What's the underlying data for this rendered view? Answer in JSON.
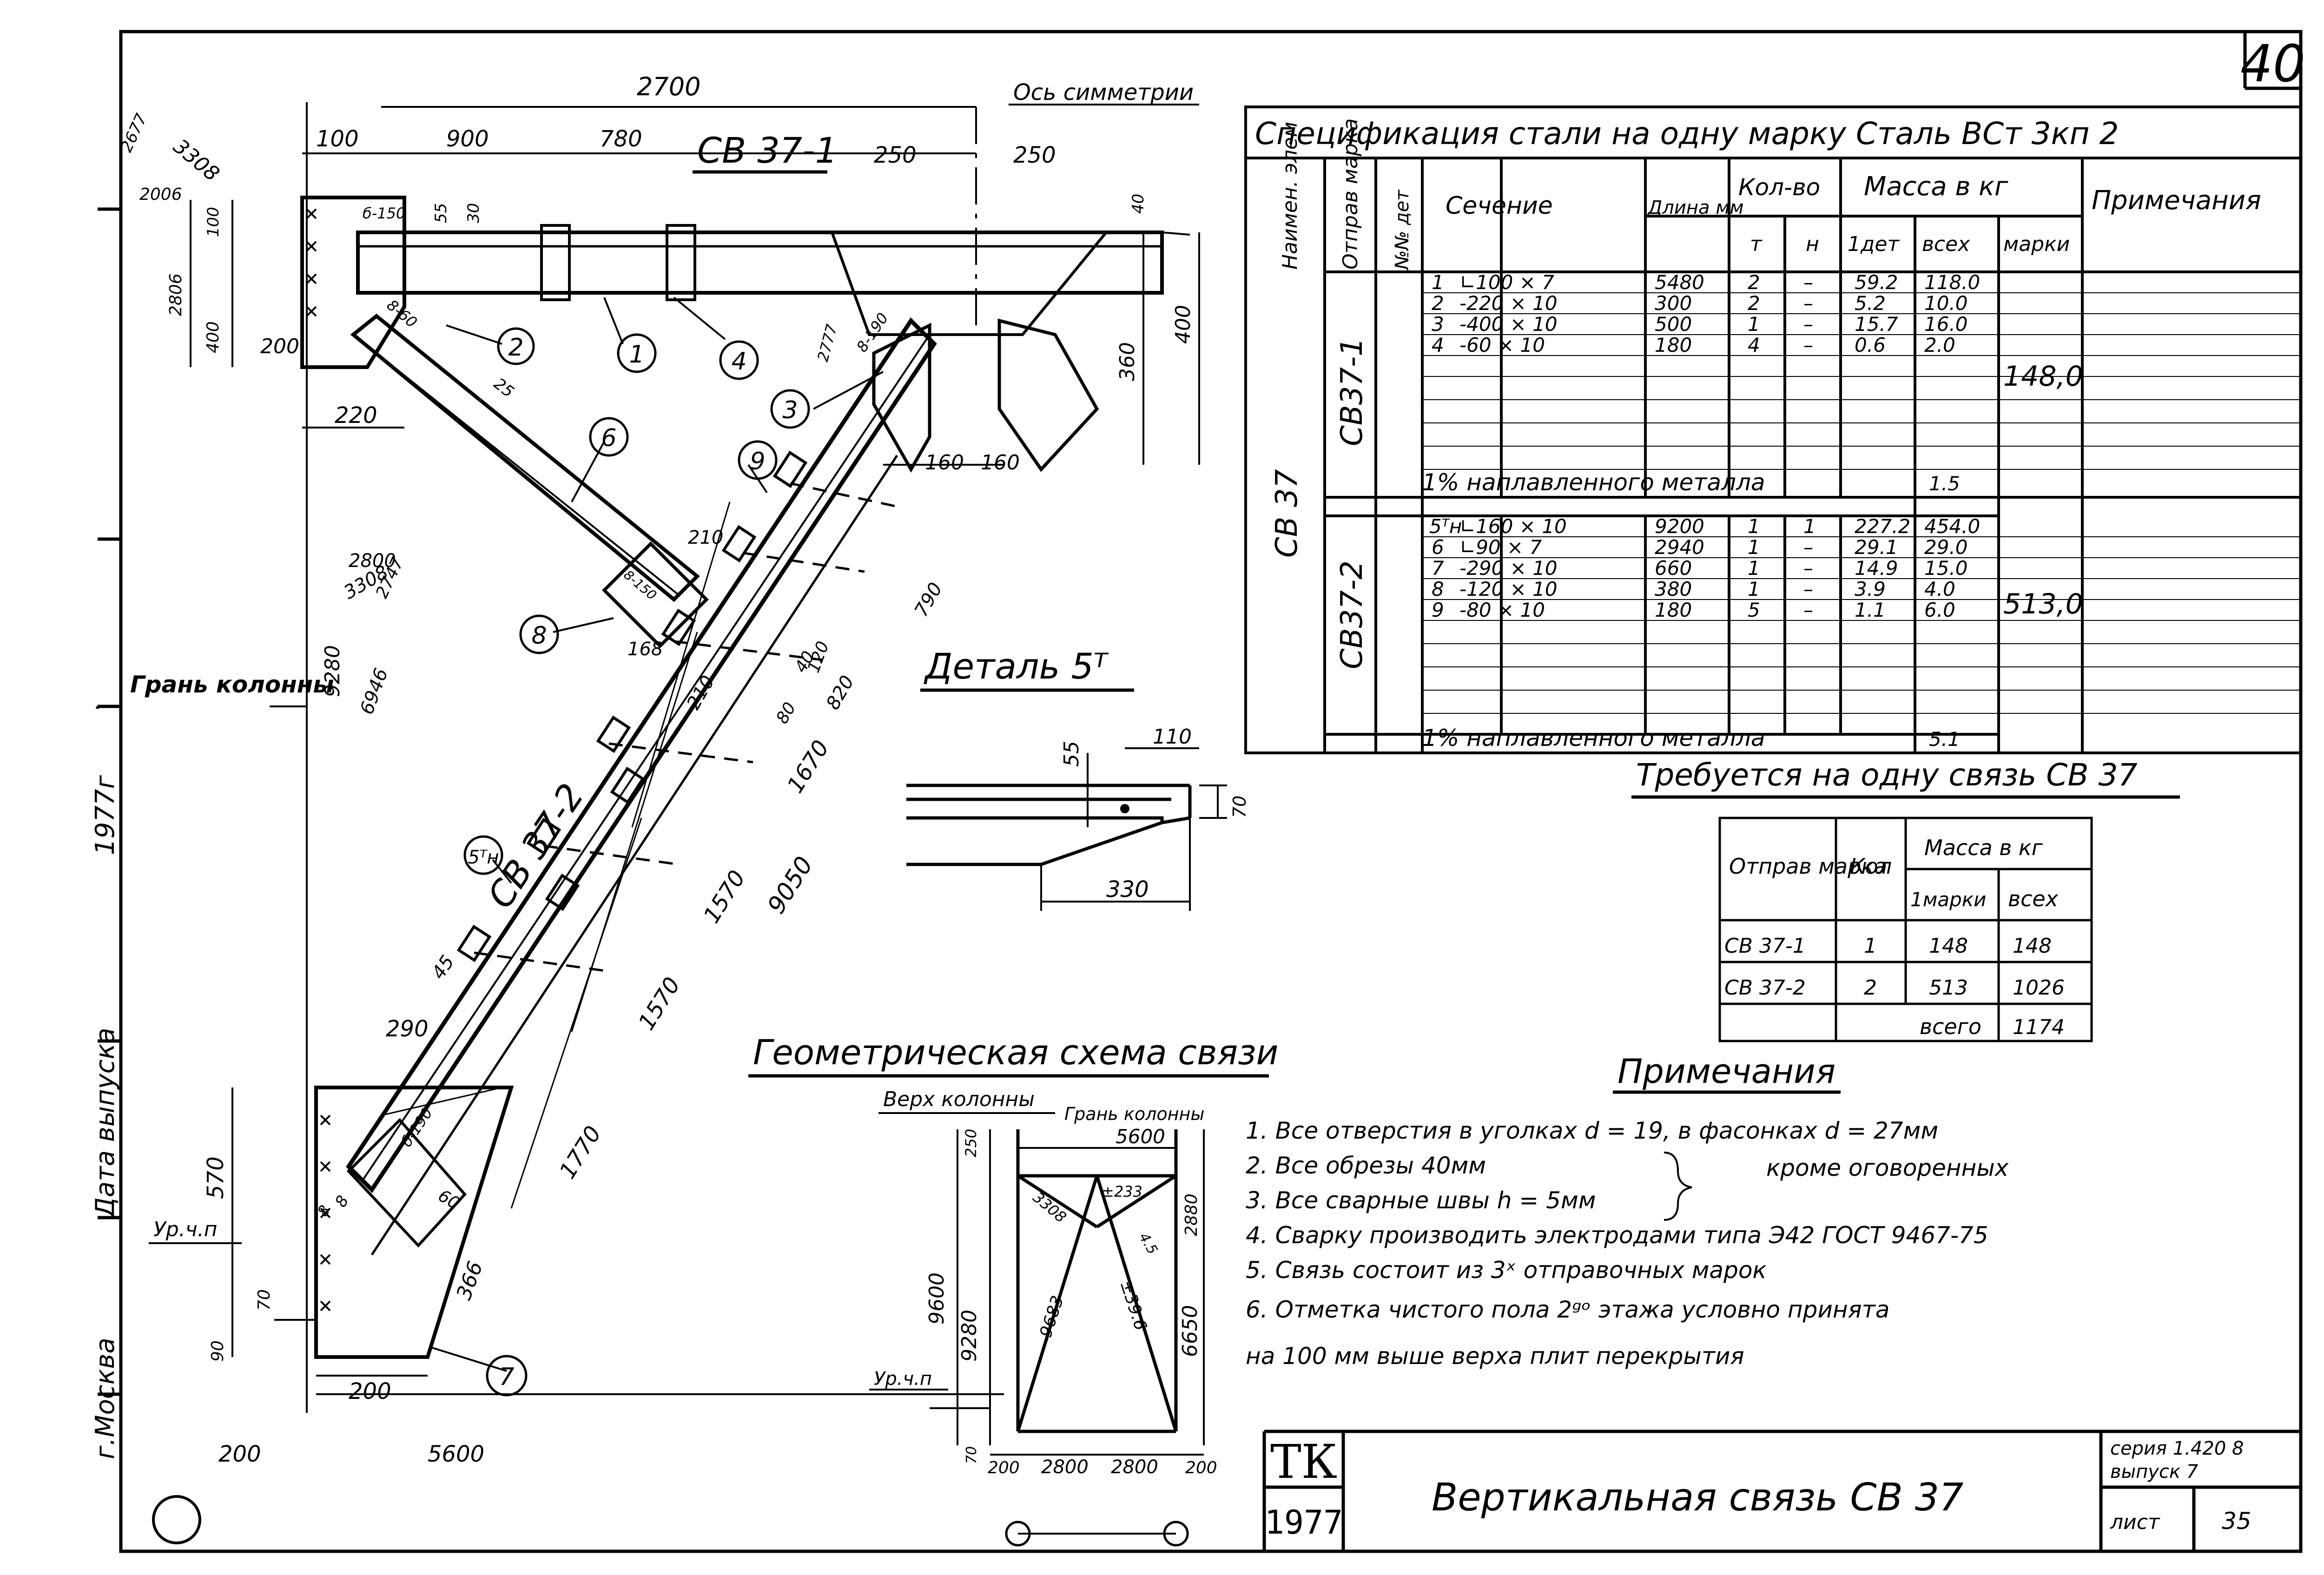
{
  "sheet": {
    "corner_number": "40",
    "side_texts": {
      "date": "1977г",
      "release": "Дата выпуска",
      "city": "г.Москва"
    },
    "title_block": {
      "org": "ТК",
      "year": "1977",
      "title": "Вертикальная связь  СВ 37",
      "series": "серия 1.420 8",
      "issue": "выпуск  7",
      "sheet_label": "лист",
      "sheet_no": "35"
    }
  },
  "drawing": {
    "mark1": "СВ 37-1",
    "mark2": "СВ 37-2",
    "axis_label": "Ось симметрии",
    "column_face": "Грань колонны",
    "level": "Ур.ч.п",
    "dims_top": [
      "100",
      "900",
      "780",
      "250",
      "250",
      "2700"
    ],
    "dims_misc": [
      "3308",
      "2677",
      "2006",
      "2806",
      "400",
      "100",
      "55",
      "30",
      "40",
      "200",
      "220",
      "25",
      "2800",
      "3308",
      "2747",
      "9280",
      "6946",
      "210",
      "168",
      "210",
      "120",
      "820",
      "790",
      "1670",
      "1570",
      "1570",
      "1770",
      "9050",
      "80",
      "40",
      "290",
      "45",
      "570",
      "70",
      "90",
      "200",
      "200",
      "5600",
      "366",
      "60",
      "8",
      "160",
      "160",
      "360",
      "400",
      "2777",
      "б-150",
      "б-190",
      "8-190",
      "8-60",
      "8-150",
      "8"
    ],
    "callouts": [
      "1",
      "2",
      "3",
      "4",
      "5",
      "6",
      "7",
      "8",
      "9"
    ],
    "callout_5": "5ᵀн"
  },
  "detail": {
    "title": "Деталь 5ᵀ",
    "dims": [
      "55",
      "110",
      "70",
      "330"
    ]
  },
  "scheme": {
    "title": "Геометрическая схема связи",
    "top_label": "Верх колонны",
    "face_label": "Грань колонны",
    "level": "Ур.ч.п",
    "dims": [
      "5600",
      "250",
      "2880",
      "9600",
      "9280",
      "6650",
      "70",
      "3308",
      "±233",
      "4.5",
      "9683",
      "±39.6",
      "200",
      "2800",
      "2800",
      "200"
    ]
  },
  "spec": {
    "title": "Спецификация   стали на одну марку  Сталь ВСт 3кп 2",
    "headers": {
      "element": "Наимен. элем",
      "mark": "Отправ марка",
      "part": "№№ дет",
      "section": "Сечение",
      "length": "Длина мм",
      "qty": "Кол-во",
      "qty_t": "т",
      "qty_n": "н",
      "mass": "Масса в кг",
      "mass_one": "1дет",
      "mass_all": "всех",
      "mass_mark": "марки",
      "note": "Примечания"
    },
    "element_name": "СВ 37",
    "groups": [
      {
        "mark": "СВ37-1",
        "mass": "148,0",
        "rows": [
          [
            "1",
            "∟100 × 7",
            "5480",
            "2",
            "–",
            "59.2",
            "118.0"
          ],
          [
            "2",
            "-220 × 10",
            "300",
            "2",
            "–",
            "5.2",
            "10.0"
          ],
          [
            "3",
            "-400 × 10",
            "500",
            "1",
            "–",
            "15.7",
            "16.0"
          ],
          [
            "4",
            "-60 × 10",
            "180",
            "4",
            "–",
            "0.6",
            "2.0"
          ]
        ],
        "weld": "1% наплавленного   металла",
        "weld_mass": "1.5"
      },
      {
        "mark": "СВ37-2",
        "mass": "513,0",
        "rows": [
          [
            "5ᵀн",
            "∟160 × 10",
            "9200",
            "1",
            "1",
            "227.2",
            "454.0"
          ],
          [
            "6",
            "∟90 × 7",
            "2940",
            "1",
            "–",
            "29.1",
            "29.0"
          ],
          [
            "7",
            "-290 × 10",
            "660",
            "1",
            "–",
            "14.9",
            "15.0"
          ],
          [
            "8",
            "-120 × 10",
            "380",
            "1",
            "–",
            "3.9",
            "4.0"
          ],
          [
            "9",
            "-80 × 10",
            "180",
            "5",
            "–",
            "1.1",
            "6.0"
          ]
        ],
        "weld": "1% наплавленного  металла",
        "weld_mass": "5.1"
      }
    ]
  },
  "required": {
    "title": "Требуется на одну связь  СВ 37",
    "headers": [
      "Отправ марка",
      "Кол",
      "Масса в кг",
      "1марки",
      "всех"
    ],
    "rows": [
      [
        "СВ 37-1",
        "1",
        "148",
        "148"
      ],
      [
        "СВ 37-2",
        "2",
        "513",
        "1026"
      ]
    ],
    "total_label": "всего",
    "total": "1174"
  },
  "notes": {
    "title": "Примечания",
    "items": [
      "1.  Все отверстия  в уголках   d = 19,  в фасонках  d = 27мм",
      "2.  Все обрезы  40мм",
      "3.  Все сварные   швы  h = 5мм",
      "4.  Сварку  производить  электродами  типа  Э42  ГОСТ  9467-75",
      "5.  Связь   состоит  из  3ˣ  отправочных   марок",
      "6.  Отметка  чистого пола  2ᵍᵒ этажа условно  принята",
      "     на  100 мм  выше  верха   плит   перекрытия"
    ],
    "brace": "кроме оговоренных"
  }
}
